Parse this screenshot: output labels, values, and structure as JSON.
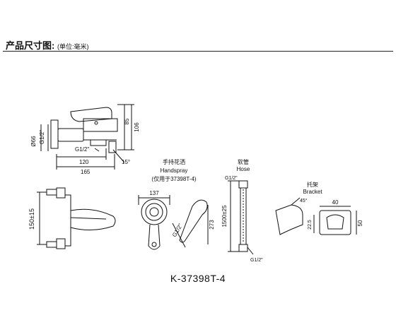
{
  "header": {
    "title": "产品尺寸图:",
    "unit": "(单位:毫米)"
  },
  "faucet_top": {
    "dims": {
      "d66": "Ø66",
      "g12": "G1/2\"",
      "h106": "106",
      "h85": "85",
      "g12b": "G1/2\"",
      "w120": "120",
      "w165": "165",
      "ang": "15°"
    }
  },
  "faucet_front": {
    "dims": {
      "c150": "150±15"
    }
  },
  "handspray": {
    "title_cn": "手持花洒",
    "title_en": "Handspray",
    "note": "(仅用于37398T-4)",
    "dims": {
      "w137": "137",
      "g12": "G1/2\"",
      "l273": "273"
    }
  },
  "hose": {
    "title_cn": "软管",
    "title_en": "Hose",
    "dims": {
      "g12_top": "G1/2\"",
      "len": "1500±25",
      "g12_bot": "G1/2\""
    }
  },
  "bracket": {
    "title_cn": "托架",
    "title_en": "Bracket",
    "dims": {
      "ang": "45°",
      "w40": "40",
      "h225": "22.5",
      "h50": "50"
    }
  },
  "model": "K-37398T-4"
}
